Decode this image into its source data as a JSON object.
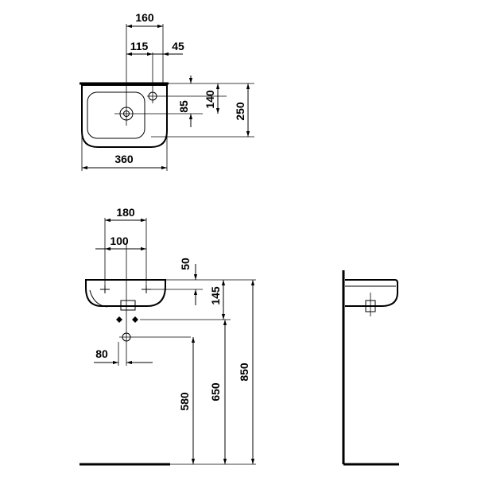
{
  "top_view": {
    "width_total": "160",
    "hole_offset": "115",
    "hole_edge": "45",
    "depth_hole": "85",
    "depth_tap": "140",
    "depth_total": "250",
    "width_basin": "360"
  },
  "front_view": {
    "fix_spacing": "180",
    "fix_inner": "100",
    "rim_height": "50",
    "bowl_height": "145",
    "waste_offset": "80",
    "height_waste": "580",
    "height_fixing": "650",
    "height_rim": "850"
  }
}
